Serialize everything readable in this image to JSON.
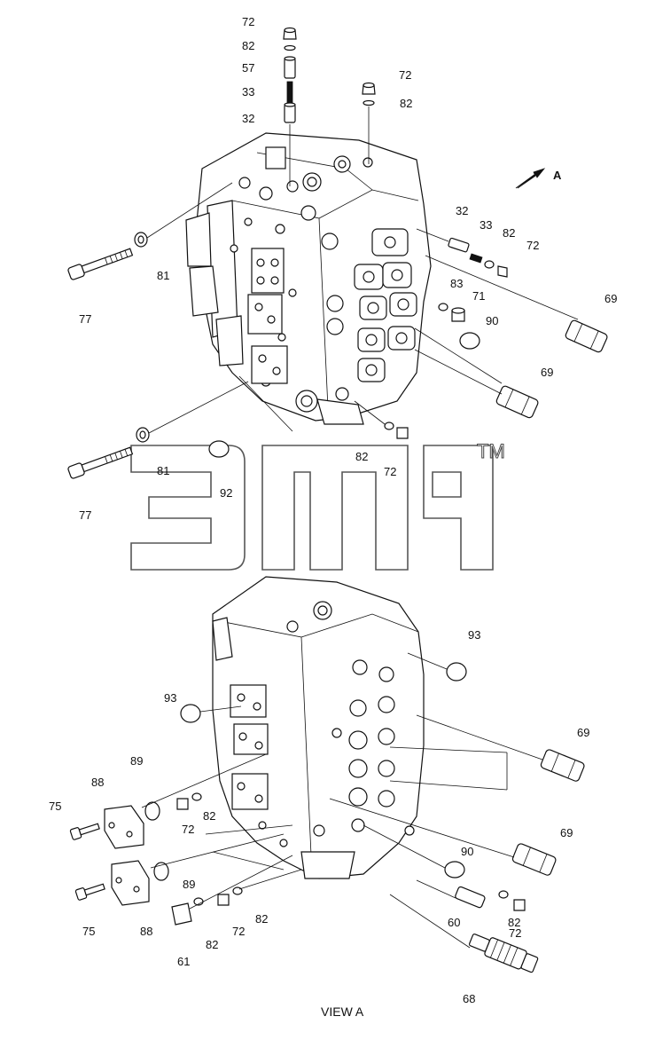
{
  "caption": "VIEW  A",
  "view_arrow_label": "A",
  "watermark_tm": "TM",
  "callouts": [
    "72",
    "82",
    "57",
    "33",
    "32",
    "72",
    "82",
    "32",
    "33",
    "82",
    "72",
    "81",
    "77",
    "83",
    "71",
    "90",
    "69",
    "69",
    "82",
    "72",
    "81",
    "92",
    "77",
    "93",
    "93",
    "69",
    "89",
    "88",
    "75",
    "72",
    "82",
    "69",
    "90",
    "89",
    "88",
    "75",
    "82",
    "72",
    "82",
    "60",
    "82",
    "72",
    "61",
    "68"
  ]
}
